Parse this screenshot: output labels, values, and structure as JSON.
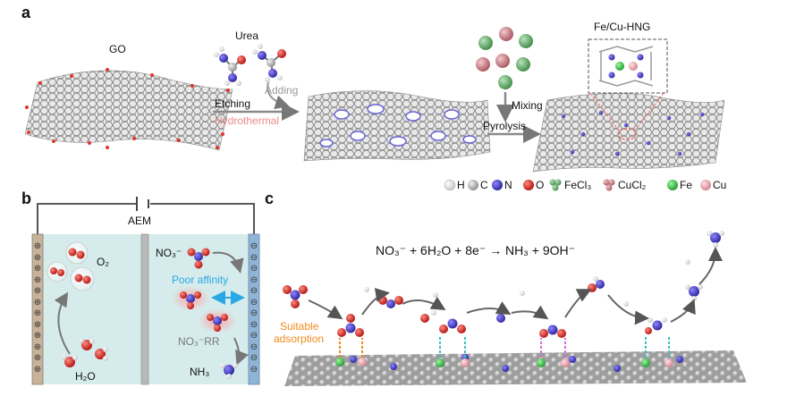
{
  "panel_a": {
    "letter": "a",
    "go_label": "GO",
    "urea_label": "Urea",
    "adding_label": "Adding",
    "etching_label": "Etching",
    "hydrothermal_label": "Hydrothermal",
    "mixing_label": "Mixing",
    "pyrolysis_label": "Pyrolysis",
    "product_label": "Fe/Cu-HNG",
    "legend": [
      {
        "label": "H",
        "color": "#e6e6e6"
      },
      {
        "label": "C",
        "color": "#9a9a9a"
      },
      {
        "label": "N",
        "color": "#4b3fc4"
      },
      {
        "label": "O",
        "color": "#d8231f"
      },
      {
        "label": "FeCl₃",
        "color": "#4f9a55"
      },
      {
        "label": "CuCl₂",
        "color": "#c9777f"
      },
      {
        "label": "Fe",
        "color": "#3fc34a"
      },
      {
        "label": "Cu",
        "color": "#e9a0a8"
      }
    ]
  },
  "panel_b": {
    "letter": "b",
    "aem_label": "AEM",
    "o2_label": "O₂",
    "h2o_label": "H₂O",
    "no3_label": "NO₃⁻",
    "poor_affinity_label": "Poor affinity",
    "no3rr_label": "NO₃⁻RR",
    "nh3_label": "NH₃",
    "anode_sign": "⊕",
    "cathode_sign": "⊖"
  },
  "panel_c": {
    "letter": "c",
    "equation": "NO₃⁻ + 6H₂O + 8e⁻ → NH₃ + 9OH⁻",
    "adsorption_label_1": "Suitable",
    "adsorption_label_2": "adsorption"
  },
  "colors": {
    "hydrothermal": "#e98a8a",
    "adding": "#9a9a9a",
    "poor_affinity": "#2aa8e6",
    "suitable_adsorption": "#f08a1c",
    "electrolyte": "#d6ecec",
    "anode": "#c7b39c",
    "cathode": "#8fb4d6"
  }
}
